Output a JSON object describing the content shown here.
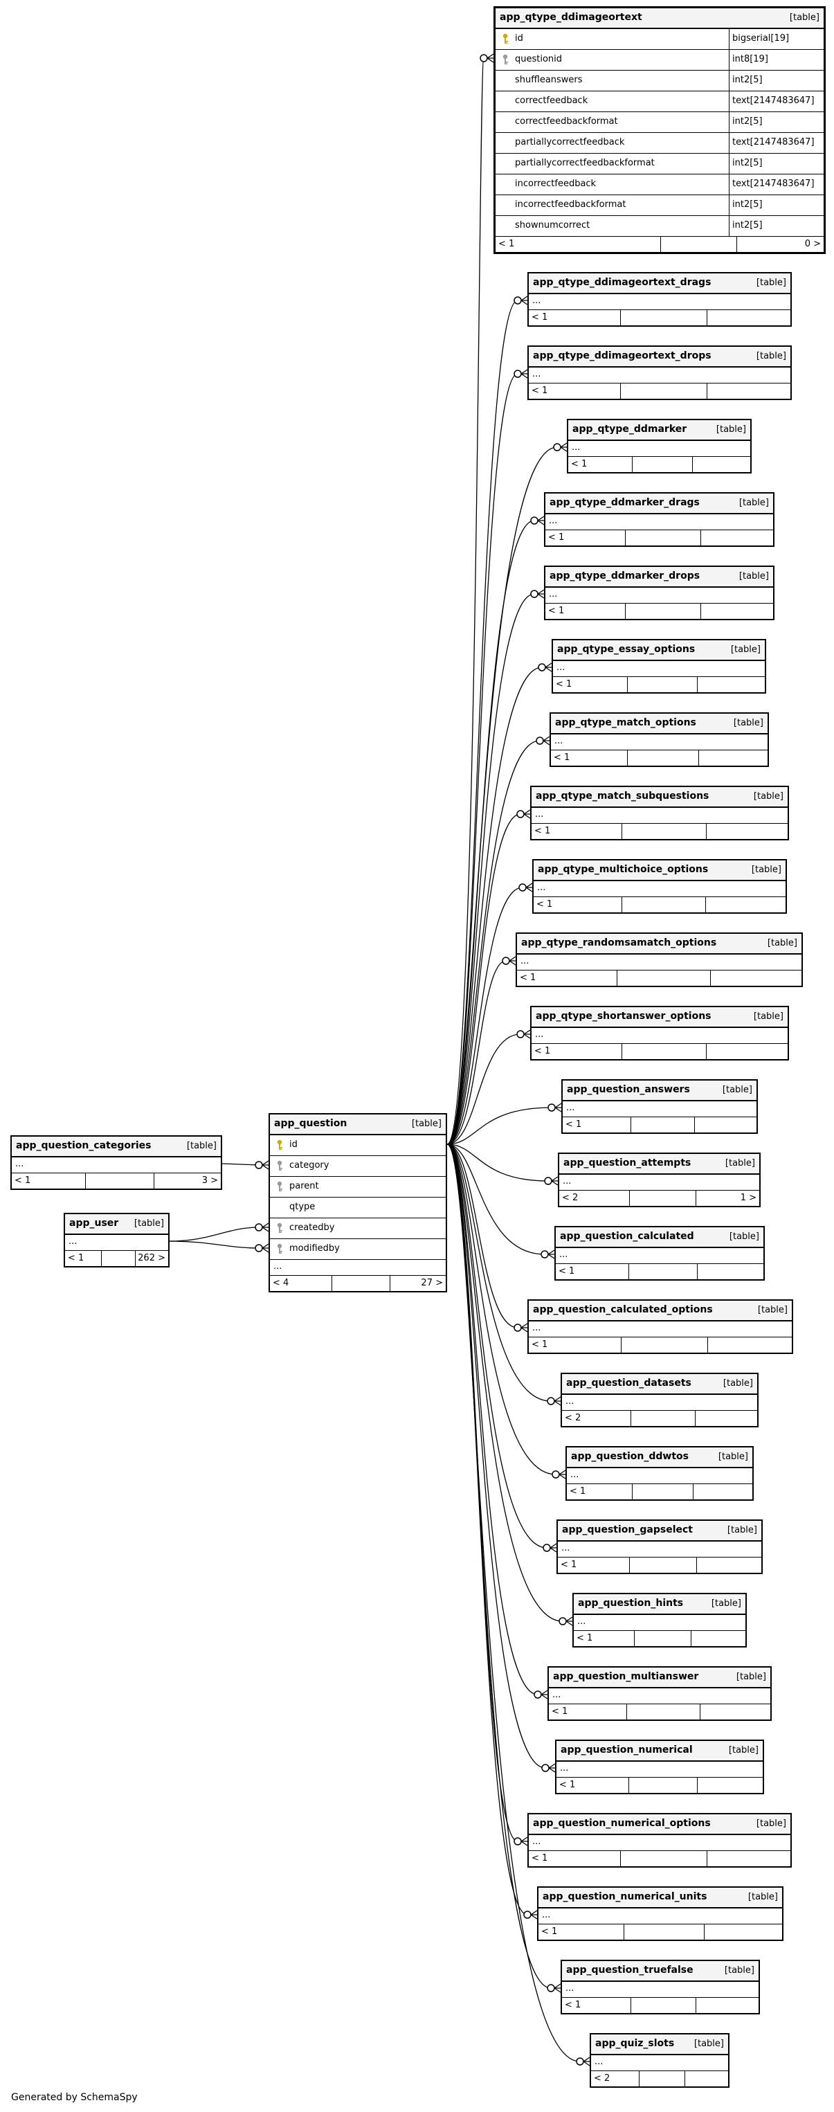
{
  "diagram": {
    "tables": [
      {
        "id": "app_qtype_ddimageortext",
        "name": "app_qtype_ddimageortext",
        "kind": "[table]",
        "selected": true,
        "columns": [
          {
            "name": "id",
            "type": "bigserial[19]",
            "key": "pk"
          },
          {
            "name": "questionid",
            "type": "int8[19]",
            "key": "fk"
          },
          {
            "name": "shuffleanswers",
            "type": "int2[5]",
            "key": ""
          },
          {
            "name": "correctfeedback",
            "type": "text[2147483647]",
            "key": ""
          },
          {
            "name": "correctfeedbackformat",
            "type": "int2[5]",
            "key": ""
          },
          {
            "name": "partiallycorrectfeedback",
            "type": "text[2147483647]",
            "key": ""
          },
          {
            "name": "partiallycorrectfeedbackformat",
            "type": "int2[5]",
            "key": ""
          },
          {
            "name": "incorrectfeedback",
            "type": "text[2147483647]",
            "key": ""
          },
          {
            "name": "incorrectfeedbackformat",
            "type": "int2[5]",
            "key": ""
          },
          {
            "name": "shownumcorrect",
            "type": "int2[5]",
            "key": ""
          }
        ],
        "footer": {
          "left": "< 1",
          "right": "0 >"
        }
      },
      {
        "id": "app_qtype_ddimageortext_drags",
        "name": "app_qtype_ddimageortext_drags",
        "kind": "[table]",
        "ellipsis": "...",
        "footer": {
          "left": "< 1",
          "right": ""
        }
      },
      {
        "id": "app_qtype_ddimageortext_drops",
        "name": "app_qtype_ddimageortext_drops",
        "kind": "[table]",
        "ellipsis": "...",
        "footer": {
          "left": "< 1",
          "right": ""
        }
      },
      {
        "id": "app_qtype_ddmarker",
        "name": "app_qtype_ddmarker",
        "kind": "[table]",
        "ellipsis": "...",
        "footer": {
          "left": "< 1",
          "right": ""
        }
      },
      {
        "id": "app_qtype_ddmarker_drags",
        "name": "app_qtype_ddmarker_drags",
        "kind": "[table]",
        "ellipsis": "...",
        "footer": {
          "left": "< 1",
          "right": ""
        }
      },
      {
        "id": "app_qtype_ddmarker_drops",
        "name": "app_qtype_ddmarker_drops",
        "kind": "[table]",
        "ellipsis": "...",
        "footer": {
          "left": "< 1",
          "right": ""
        }
      },
      {
        "id": "app_qtype_essay_options",
        "name": "app_qtype_essay_options",
        "kind": "[table]",
        "ellipsis": "...",
        "footer": {
          "left": "< 1",
          "right": ""
        }
      },
      {
        "id": "app_qtype_match_options",
        "name": "app_qtype_match_options",
        "kind": "[table]",
        "ellipsis": "...",
        "footer": {
          "left": "< 1",
          "right": ""
        }
      },
      {
        "id": "app_qtype_match_subquestions",
        "name": "app_qtype_match_subquestions",
        "kind": "[table]",
        "ellipsis": "...",
        "footer": {
          "left": "< 1",
          "right": ""
        }
      },
      {
        "id": "app_qtype_multichoice_options",
        "name": "app_qtype_multichoice_options",
        "kind": "[table]",
        "ellipsis": "...",
        "footer": {
          "left": "< 1",
          "right": ""
        }
      },
      {
        "id": "app_qtype_randomsamatch_options",
        "name": "app_qtype_randomsamatch_options",
        "kind": "[table]",
        "ellipsis": "...",
        "footer": {
          "left": "< 1",
          "right": ""
        }
      },
      {
        "id": "app_qtype_shortanswer_options",
        "name": "app_qtype_shortanswer_options",
        "kind": "[table]",
        "ellipsis": "...",
        "footer": {
          "left": "< 1",
          "right": ""
        }
      },
      {
        "id": "app_question_answers",
        "name": "app_question_answers",
        "kind": "[table]",
        "ellipsis": "...",
        "footer": {
          "left": "< 1",
          "right": ""
        }
      },
      {
        "id": "app_question_attempts",
        "name": "app_question_attempts",
        "kind": "[table]",
        "ellipsis": "...",
        "footer": {
          "left": "< 2",
          "right": "1 >"
        }
      },
      {
        "id": "app_question_calculated",
        "name": "app_question_calculated",
        "kind": "[table]",
        "ellipsis": "...",
        "footer": {
          "left": "< 1",
          "right": ""
        }
      },
      {
        "id": "app_question_calculated_options",
        "name": "app_question_calculated_options",
        "kind": "[table]",
        "ellipsis": "...",
        "footer": {
          "left": "< 1",
          "right": ""
        }
      },
      {
        "id": "app_question_datasets",
        "name": "app_question_datasets",
        "kind": "[table]",
        "ellipsis": "...",
        "footer": {
          "left": "< 2",
          "right": ""
        }
      },
      {
        "id": "app_question_ddwtos",
        "name": "app_question_ddwtos",
        "kind": "[table]",
        "ellipsis": "...",
        "footer": {
          "left": "< 1",
          "right": ""
        }
      },
      {
        "id": "app_question_gapselect",
        "name": "app_question_gapselect",
        "kind": "[table]",
        "ellipsis": "...",
        "footer": {
          "left": "< 1",
          "right": ""
        }
      },
      {
        "id": "app_question_hints",
        "name": "app_question_hints",
        "kind": "[table]",
        "ellipsis": "...",
        "footer": {
          "left": "< 1",
          "right": ""
        }
      },
      {
        "id": "app_question_multianswer",
        "name": "app_question_multianswer",
        "kind": "[table]",
        "ellipsis": "...",
        "footer": {
          "left": "< 1",
          "right": ""
        }
      },
      {
        "id": "app_question_numerical",
        "name": "app_question_numerical",
        "kind": "[table]",
        "ellipsis": "...",
        "footer": {
          "left": "< 1",
          "right": ""
        }
      },
      {
        "id": "app_question_numerical_options",
        "name": "app_question_numerical_options",
        "kind": "[table]",
        "ellipsis": "...",
        "footer": {
          "left": "< 1",
          "right": ""
        }
      },
      {
        "id": "app_question_numerical_units",
        "name": "app_question_numerical_units",
        "kind": "[table]",
        "ellipsis": "...",
        "footer": {
          "left": "< 1",
          "right": ""
        }
      },
      {
        "id": "app_question_truefalse",
        "name": "app_question_truefalse",
        "kind": "[table]",
        "ellipsis": "...",
        "footer": {
          "left": "< 1",
          "right": ""
        }
      },
      {
        "id": "app_quiz_slots",
        "name": "app_quiz_slots",
        "kind": "[table]",
        "ellipsis": "...",
        "footer": {
          "left": "< 2",
          "right": ""
        }
      },
      {
        "id": "app_question",
        "name": "app_question",
        "kind": "[table]",
        "columns": [
          {
            "name": "id",
            "type": "",
            "key": "pk"
          },
          {
            "name": "category",
            "type": "",
            "key": "fk"
          },
          {
            "name": "parent",
            "type": "",
            "key": "fk"
          },
          {
            "name": "qtype",
            "type": "",
            "key": ""
          },
          {
            "name": "createdby",
            "type": "",
            "key": "fk"
          },
          {
            "name": "modifiedby",
            "type": "",
            "key": "fk"
          }
        ],
        "ellipsis": "...",
        "footer": {
          "left": "< 4",
          "right": "27 >"
        }
      },
      {
        "id": "app_question_categories",
        "name": "app_question_categories",
        "kind": "[table]",
        "ellipsis": "...",
        "footer": {
          "left": "< 1",
          "right": "3 >"
        }
      },
      {
        "id": "app_user",
        "name": "app_user",
        "kind": "[table]",
        "ellipsis": "...",
        "footer": {
          "left": "< 1",
          "right": "262 >"
        }
      }
    ],
    "key_icon_colors": {
      "pk": "#d4a700",
      "fk": "#9a9a9a"
    },
    "line_color": "#000000"
  },
  "footer_note": "Generated by SchemaSpy"
}
